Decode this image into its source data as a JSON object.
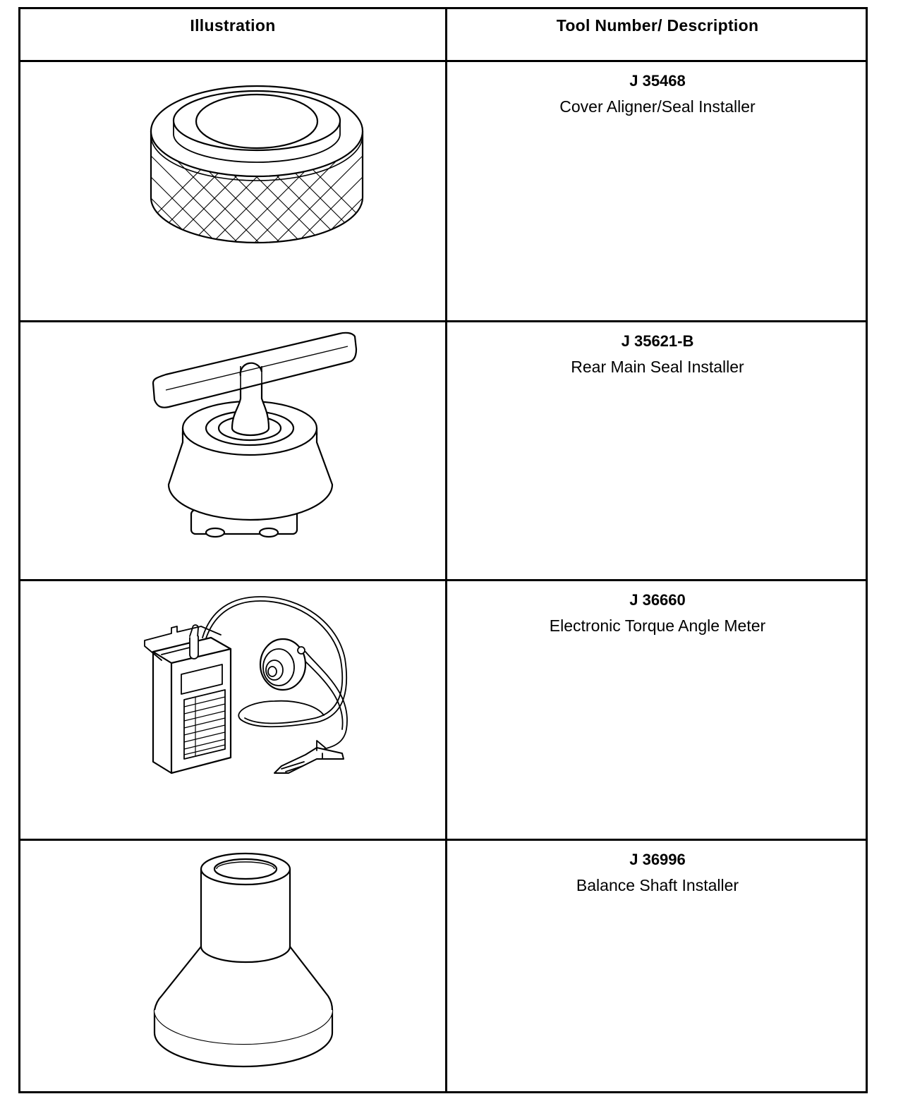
{
  "table": {
    "headers": {
      "illustration": "Illustration",
      "tool": "Tool Number/ Description"
    },
    "rows": [
      {
        "number": "J 35468",
        "description": "Cover Aligner/Seal Installer",
        "icon": "cover-aligner-seal-installer-icon"
      },
      {
        "number": "J 35621-B",
        "description": "Rear Main Seal Installer",
        "icon": "rear-main-seal-installer-icon"
      },
      {
        "number": "J 36660",
        "description": "Electronic Torque Angle Meter",
        "icon": "electronic-torque-angle-meter-icon"
      },
      {
        "number": "J 36996",
        "description": "Balance Shaft Installer",
        "icon": "balance-shaft-installer-icon"
      }
    ]
  },
  "colors": {
    "line": "#000000",
    "background": "#ffffff"
  }
}
